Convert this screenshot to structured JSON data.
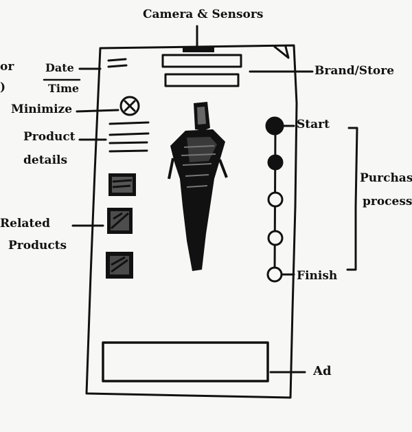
{
  "labels": {
    "camera_sensors": "Camera & Sensors",
    "date": "Date",
    "time": "Time",
    "brand_store": "Brand/Store",
    "minimize": "Minimize",
    "product_details_line1": "Product",
    "product_details_line2": "details",
    "related_products_line1": "Related",
    "related_products_line2": "Products",
    "start": "Start",
    "finish": "Finish",
    "purchase_process_line1": "Purchase",
    "purchase_process_line2": "process",
    "ad": "Ad",
    "cropped_left_top": "or",
    "cropped_left_bottom": ")"
  },
  "purchase_steps": [
    {
      "state": "completed"
    },
    {
      "state": "completed"
    },
    {
      "state": "pending"
    },
    {
      "state": "pending"
    },
    {
      "state": "pending"
    }
  ],
  "colors": {
    "ink": "#111111",
    "paper": "#f7f7f5"
  }
}
